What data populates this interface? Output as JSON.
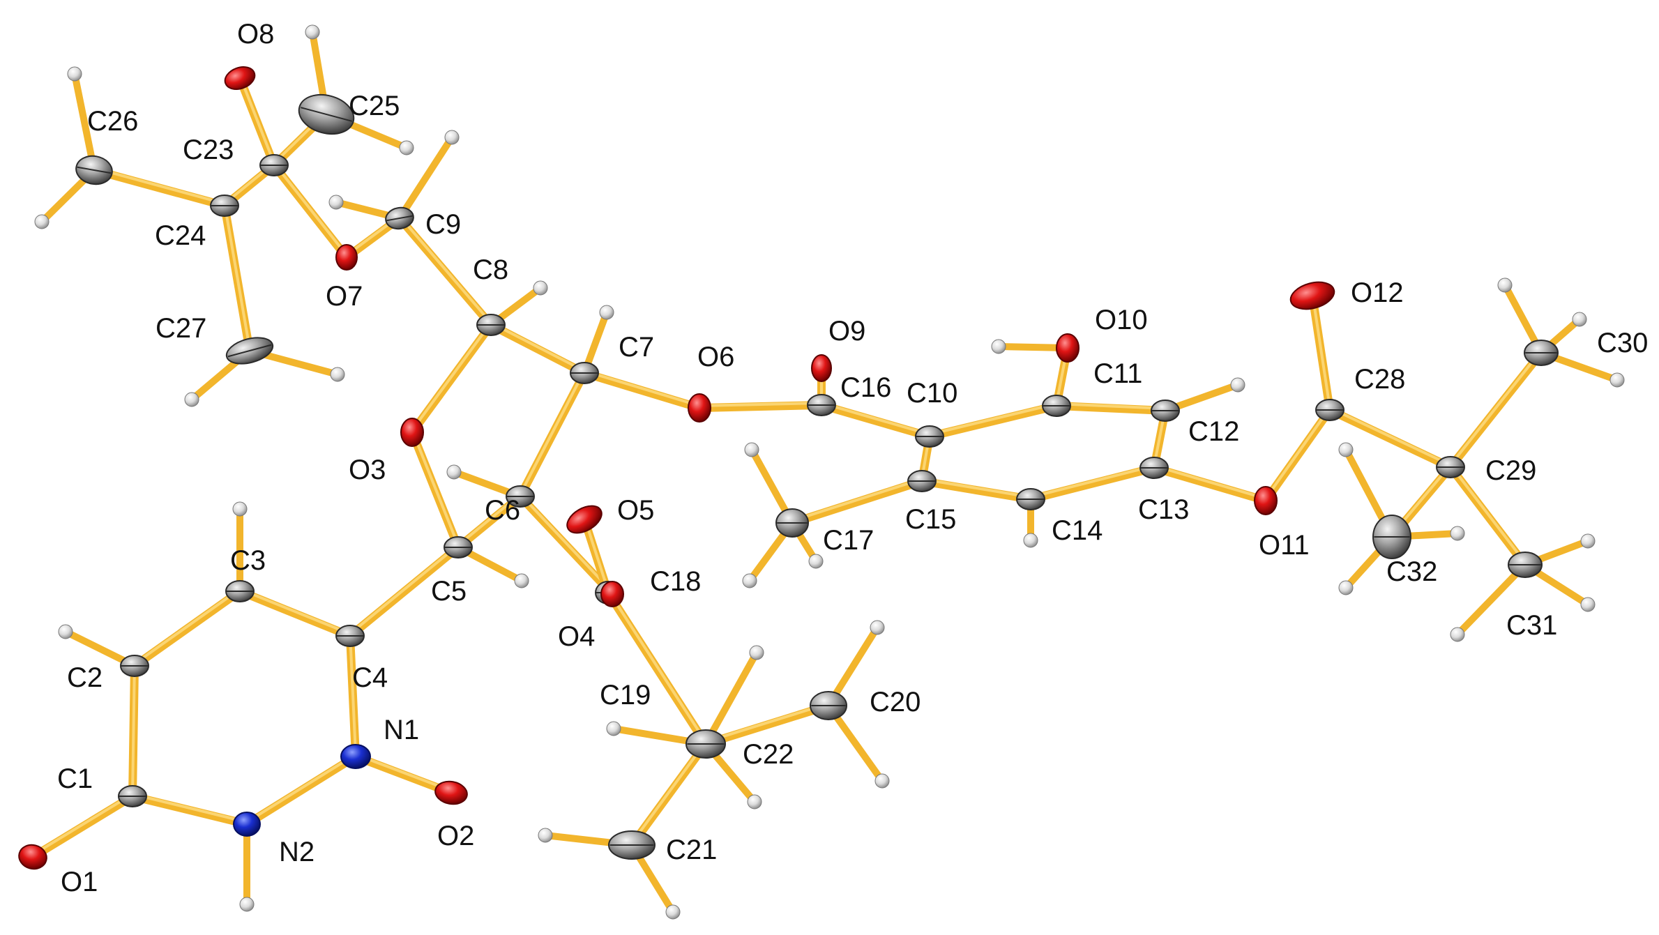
{
  "colors": {
    "bond": "#f2b52c",
    "carbon": "#9a9a9a",
    "oxygen": "#d81414",
    "nitrogen": "#1a2fd0",
    "hydrogen": "#e4e4e4",
    "label": "#111111"
  },
  "atoms": [
    {
      "id": "O8",
      "el": "O",
      "lbl": "O8"
    },
    {
      "id": "C25",
      "el": "C",
      "lbl": "C25"
    },
    {
      "id": "C26",
      "el": "C",
      "lbl": "C26"
    },
    {
      "id": "C23",
      "el": "C",
      "lbl": "C23"
    },
    {
      "id": "C24",
      "el": "C",
      "lbl": "C24"
    },
    {
      "id": "C9",
      "el": "C",
      "lbl": "C9"
    },
    {
      "id": "O7",
      "el": "O",
      "lbl": "O7"
    },
    {
      "id": "C27",
      "el": "C",
      "lbl": "C27"
    },
    {
      "id": "C8",
      "el": "C",
      "lbl": "C8"
    },
    {
      "id": "C7",
      "el": "C",
      "lbl": "C7"
    },
    {
      "id": "O6",
      "el": "O",
      "lbl": "O6"
    },
    {
      "id": "O9",
      "el": "O",
      "lbl": "O9"
    },
    {
      "id": "C16",
      "el": "C",
      "lbl": "C16"
    },
    {
      "id": "C10",
      "el": "C",
      "lbl": "C10"
    },
    {
      "id": "O10",
      "el": "O",
      "lbl": "O10"
    },
    {
      "id": "C11",
      "el": "C",
      "lbl": "C11"
    },
    {
      "id": "C12",
      "el": "C",
      "lbl": "C12"
    },
    {
      "id": "C13",
      "el": "C",
      "lbl": "C13"
    },
    {
      "id": "C14",
      "el": "C",
      "lbl": "C14"
    },
    {
      "id": "C15",
      "el": "C",
      "lbl": "C15"
    },
    {
      "id": "C17",
      "el": "C",
      "lbl": "C17"
    },
    {
      "id": "O11",
      "el": "O",
      "lbl": "O11"
    },
    {
      "id": "O12",
      "el": "O",
      "lbl": "O12"
    },
    {
      "id": "C28",
      "el": "C",
      "lbl": "C28"
    },
    {
      "id": "C29",
      "el": "C",
      "lbl": "C29"
    },
    {
      "id": "C30",
      "el": "C",
      "lbl": "C30"
    },
    {
      "id": "C31",
      "el": "C",
      "lbl": "C31"
    },
    {
      "id": "C32",
      "el": "C",
      "lbl": "C32"
    },
    {
      "id": "O3",
      "el": "O",
      "lbl": "O3"
    },
    {
      "id": "C6",
      "el": "C",
      "lbl": "C6"
    },
    {
      "id": "O5",
      "el": "O",
      "lbl": "O5"
    },
    {
      "id": "C5",
      "el": "C",
      "lbl": "C5"
    },
    {
      "id": "C18",
      "el": "C",
      "lbl": "C18"
    },
    {
      "id": "O4",
      "el": "O",
      "lbl": "O4"
    },
    {
      "id": "C3",
      "el": "C",
      "lbl": "C3"
    },
    {
      "id": "C4",
      "el": "C",
      "lbl": "C4"
    },
    {
      "id": "C2",
      "el": "C",
      "lbl": "C2"
    },
    {
      "id": "C1",
      "el": "C",
      "lbl": "C1"
    },
    {
      "id": "N1",
      "el": "N",
      "lbl": "N1"
    },
    {
      "id": "N2",
      "el": "N",
      "lbl": "N2"
    },
    {
      "id": "O2",
      "el": "O",
      "lbl": "O2"
    },
    {
      "id": "O1",
      "el": "O",
      "lbl": "O1"
    },
    {
      "id": "C19",
      "el": "C",
      "lbl": "C19"
    },
    {
      "id": "C22",
      "el": "C",
      "lbl": "C22"
    },
    {
      "id": "C20",
      "el": "C",
      "lbl": "C20"
    },
    {
      "id": "C21",
      "el": "C",
      "lbl": "C21"
    }
  ],
  "hydrogens": [
    {
      "id": "H26a",
      "on": "C26"
    },
    {
      "id": "H26b",
      "on": "C26"
    },
    {
      "id": "H26c",
      "on": "C26"
    },
    {
      "id": "H25a",
      "on": "C25"
    },
    {
      "id": "H25b",
      "on": "C25"
    },
    {
      "id": "H9a",
      "on": "C9"
    },
    {
      "id": "H9b",
      "on": "C9"
    },
    {
      "id": "H8",
      "on": "C8"
    },
    {
      "id": "H27a",
      "on": "C27"
    },
    {
      "id": "H27b",
      "on": "C27"
    },
    {
      "id": "H7",
      "on": "C7"
    },
    {
      "id": "H10",
      "on": "O10"
    },
    {
      "id": "H12",
      "on": "C12"
    },
    {
      "id": "H14",
      "on": "C14"
    },
    {
      "id": "H17a",
      "on": "C17"
    },
    {
      "id": "H17b",
      "on": "C17"
    },
    {
      "id": "H17c",
      "on": "C17"
    },
    {
      "id": "H30a",
      "on": "C30"
    },
    {
      "id": "H30b",
      "on": "C30"
    },
    {
      "id": "H30c",
      "on": "C30"
    },
    {
      "id": "H32a",
      "on": "C32"
    },
    {
      "id": "H32b",
      "on": "C32"
    },
    {
      "id": "H32c",
      "on": "C32"
    },
    {
      "id": "H31a",
      "on": "C31"
    },
    {
      "id": "H31b",
      "on": "C31"
    },
    {
      "id": "H31c",
      "on": "C31"
    },
    {
      "id": "H6",
      "on": "C6"
    },
    {
      "id": "H5",
      "on": "C5"
    },
    {
      "id": "H3",
      "on": "C3"
    },
    {
      "id": "H2",
      "on": "C2"
    },
    {
      "id": "HN2",
      "on": "N2"
    },
    {
      "id": "H19a",
      "on": "C22"
    },
    {
      "id": "H19b",
      "on": "C22"
    },
    {
      "id": "H19c",
      "on": "C22"
    },
    {
      "id": "H20a",
      "on": "C20"
    },
    {
      "id": "H20b",
      "on": "C20"
    },
    {
      "id": "H21a",
      "on": "C21"
    },
    {
      "id": "H21b",
      "on": "C21"
    }
  ],
  "bonds": [
    [
      "O8",
      "C23"
    ],
    [
      "C23",
      "C24"
    ],
    [
      "C23",
      "O7"
    ],
    [
      "C23",
      "C25"
    ],
    [
      "C24",
      "C26"
    ],
    [
      "C24",
      "C27"
    ],
    [
      "O7",
      "C9"
    ],
    [
      "C9",
      "C8"
    ],
    [
      "C8",
      "C7"
    ],
    [
      "C8",
      "O3"
    ],
    [
      "C7",
      "O6"
    ],
    [
      "C7",
      "C6"
    ],
    [
      "O6",
      "C16"
    ],
    [
      "C16",
      "O9"
    ],
    [
      "C16",
      "C10"
    ],
    [
      "C10",
      "C11"
    ],
    [
      "C10",
      "C15"
    ],
    [
      "C11",
      "O10"
    ],
    [
      "C11",
      "C12"
    ],
    [
      "C12",
      "C13"
    ],
    [
      "C13",
      "C14"
    ],
    [
      "C14",
      "C15"
    ],
    [
      "C15",
      "C17"
    ],
    [
      "C13",
      "O11"
    ],
    [
      "O11",
      "C28"
    ],
    [
      "C28",
      "O12"
    ],
    [
      "C28",
      "C29"
    ],
    [
      "C29",
      "C30"
    ],
    [
      "C29",
      "C31"
    ],
    [
      "C29",
      "C32"
    ],
    [
      "O3",
      "C5"
    ],
    [
      "C5",
      "C6"
    ],
    [
      "C5",
      "C4"
    ],
    [
      "C6",
      "O4"
    ],
    [
      "O4",
      "C18"
    ],
    [
      "C18",
      "O5"
    ],
    [
      "C18",
      "C22"
    ],
    [
      "C22",
      "C20"
    ],
    [
      "C22",
      "C21"
    ],
    [
      "C4",
      "C3"
    ],
    [
      "C3",
      "C2"
    ],
    [
      "C2",
      "C1"
    ],
    [
      "C1",
      "O1"
    ],
    [
      "C1",
      "N2"
    ],
    [
      "N2",
      "N1"
    ],
    [
      "N1",
      "O2"
    ],
    [
      "N1",
      "C4"
    ]
  ]
}
